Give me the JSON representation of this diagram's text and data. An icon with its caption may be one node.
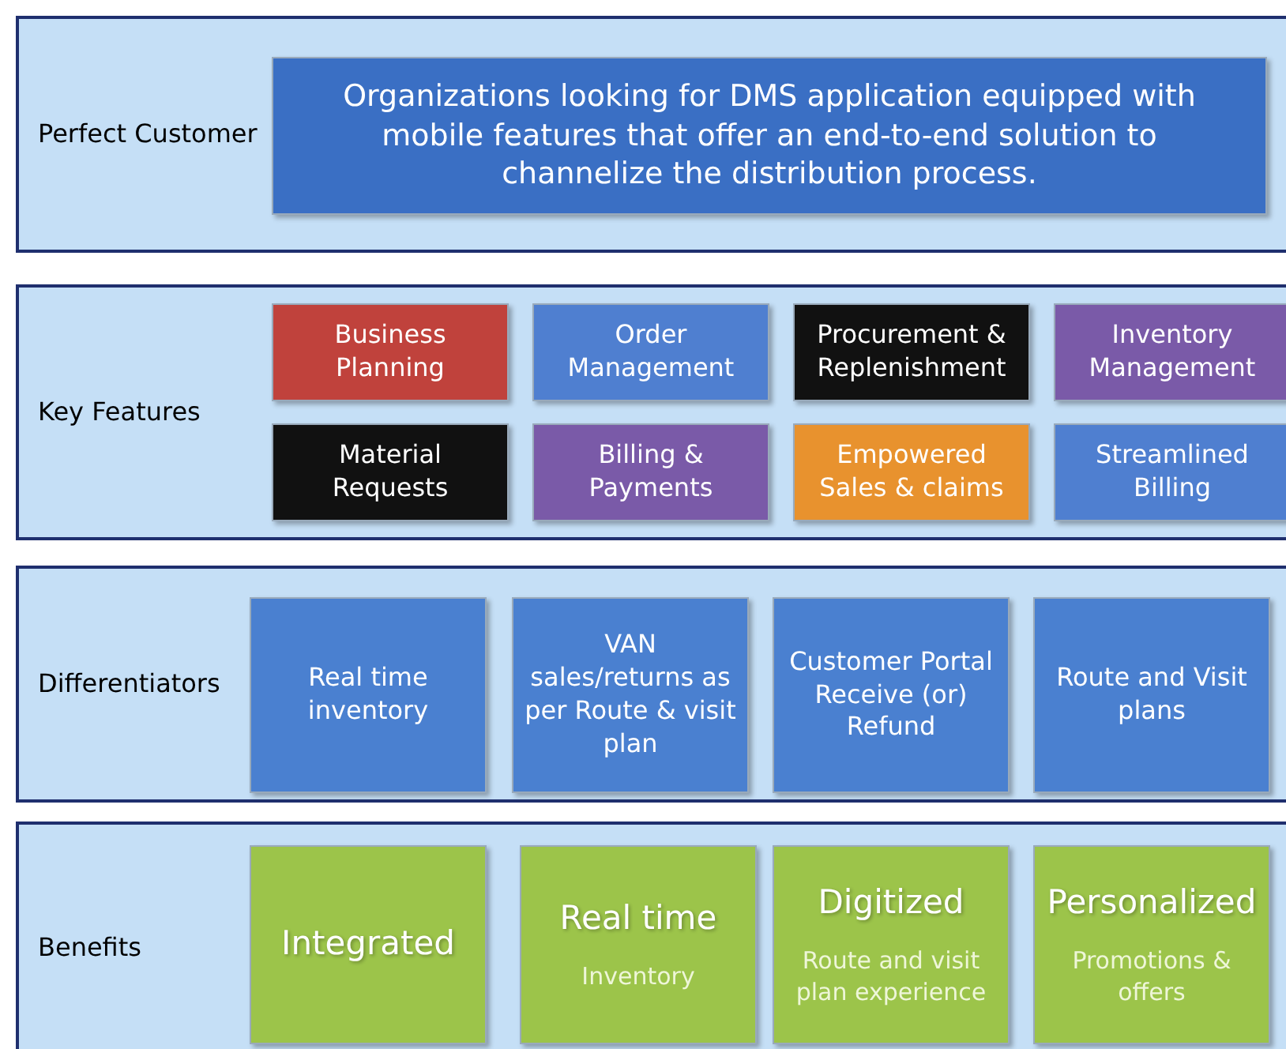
{
  "diagram": {
    "nodes": [
      {
        "text": [
          "Perfect Customer"
        ]
      },
      {
        "text": [
          "Organizations looking for DMS application equipped with mobile features that offer an end-to-end solution to channelize the distribution process."
        ],
        "in": 0
      },
      {
        "text": [
          "Key Features"
        ]
      },
      {
        "text": [
          "Business Planning"
        ],
        "in": 2
      },
      {
        "text": [
          "Order Management"
        ],
        "in": 2
      },
      {
        "text": [
          "Procurement & Replenishment"
        ],
        "in": 2
      },
      {
        "text": [
          "Inventory Management"
        ],
        "in": 2
      },
      {
        "text": [
          "Material Requests"
        ],
        "in": 2
      },
      {
        "text": [
          "Billing & Payments"
        ],
        "in": 2
      },
      {
        "text": [
          "Empowered Sales & claims"
        ],
        "in": 2
      },
      {
        "text": [
          "Streamlined Billing"
        ],
        "in": 2
      },
      {
        "text": [
          "Differentiators"
        ]
      },
      {
        "text": [
          "Real time inventory"
        ],
        "in": 11
      },
      {
        "text": [
          "VAN sales/returns as per Route & visit plan"
        ],
        "in": 11
      },
      {
        "text": [
          "Customer Portal Receive (or) Refund"
        ],
        "in": 11
      },
      {
        "text": [
          "Route and Visit plans"
        ],
        "in": 11
      },
      {
        "text": [
          "Benefits"
        ]
      },
      {
        "text": [
          "Integrated"
        ],
        "in": 16
      },
      {
        "text": [
          "Real time",
          "Inventory"
        ],
        "in": 16
      },
      {
        "text": [
          "Digitized",
          "Route and visit plan experience"
        ],
        "in": 16
      },
      {
        "text": [
          "Personalized",
          "Promotions & offers"
        ],
        "in": 16
      }
    ]
  }
}
